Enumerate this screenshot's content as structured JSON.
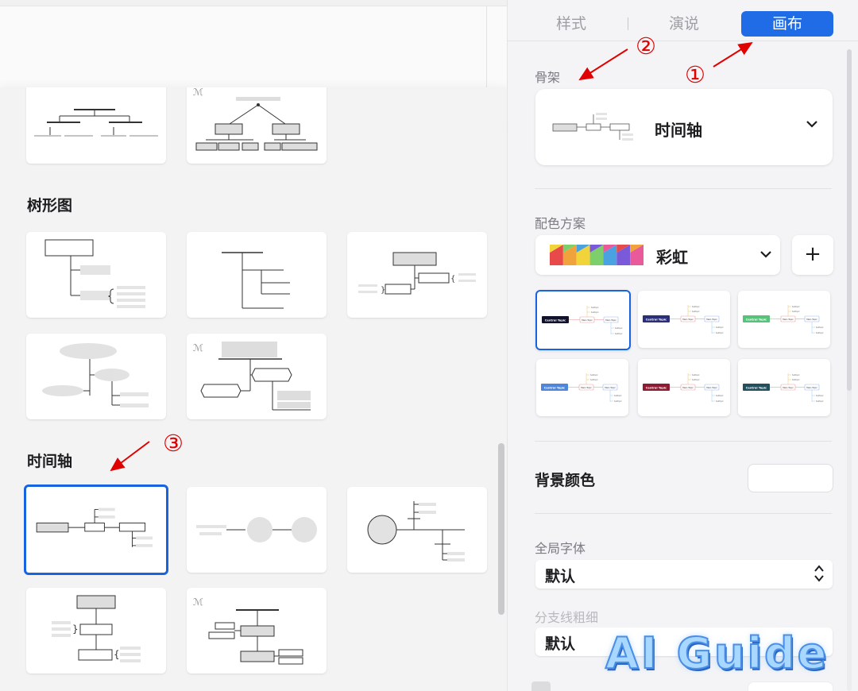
{
  "tabs": [
    {
      "label": "样式",
      "active": false
    },
    {
      "label": "演说",
      "active": false
    },
    {
      "label": "画布",
      "active": true
    }
  ],
  "panel": {
    "skeleton_label": "骨架",
    "skeleton_value": "时间轴",
    "color_scheme_label": "配色方案",
    "color_scheme_value": "彩虹",
    "add_label": "+",
    "bg_color_label": "背景颜色",
    "font_label": "全局字体",
    "font_value": "默认",
    "branch_label": "分支线粗细",
    "branch_value": "默认"
  },
  "theme_cards": [
    {
      "topic_label": "Central Topic",
      "sub_label": "Main Topic",
      "leaf_label": "Subtopic",
      "color": "#12122c",
      "selected": true
    },
    {
      "topic_label": "Central Topic",
      "sub_label": "Main Topic",
      "leaf_label": "Subtopic",
      "color": "#2b2f77",
      "selected": false
    },
    {
      "topic_label": "Central Topic",
      "sub_label": "Main Topic",
      "leaf_label": "Subtopic",
      "color": "#58c27a",
      "selected": false
    },
    {
      "topic_label": "Central Topic",
      "sub_label": "Main Topic",
      "leaf_label": "Subtopic",
      "color": "#4f86d9",
      "selected": false
    },
    {
      "topic_label": "Central Topic",
      "sub_label": "Main Topic",
      "leaf_label": "Subtopic",
      "color": "#8e1b34",
      "selected": false
    },
    {
      "topic_label": "Central Topic",
      "sub_label": "Main Topic",
      "leaf_label": "Subtopic",
      "color": "#24505e",
      "selected": false
    }
  ],
  "rainbow_colors": [
    "#e84a4a",
    "#f0a23b",
    "#f2d43a",
    "#7ccf6a",
    "#4aa3e0",
    "#7a5ad8",
    "#e85a9a"
  ],
  "sections": {
    "tree": "树形图",
    "timeline": "时间轴"
  },
  "annotations": [
    "①",
    "②",
    "③"
  ],
  "watermark": "AI Guide",
  "accent_color": "#1f6ce6",
  "annotation_color": "#e10000"
}
